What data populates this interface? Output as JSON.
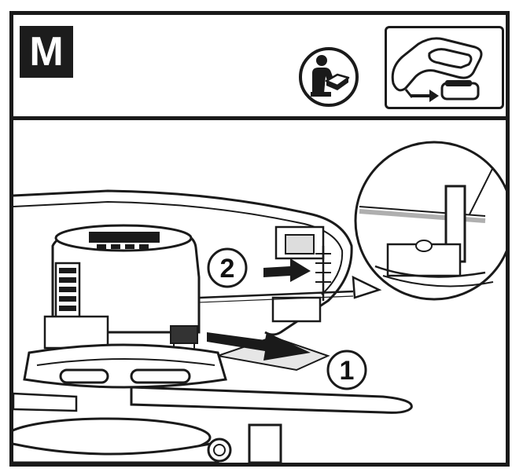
{
  "header": {
    "step_letter": "M",
    "icons": [
      "read-manual-icon",
      "remove-battery-icon"
    ]
  },
  "callouts": [
    {
      "label": "1"
    },
    {
      "label": "2"
    }
  ],
  "colors": {
    "ink": "#1a1a1a",
    "fill": "#ffffff",
    "shade": "#d9d9d9"
  }
}
